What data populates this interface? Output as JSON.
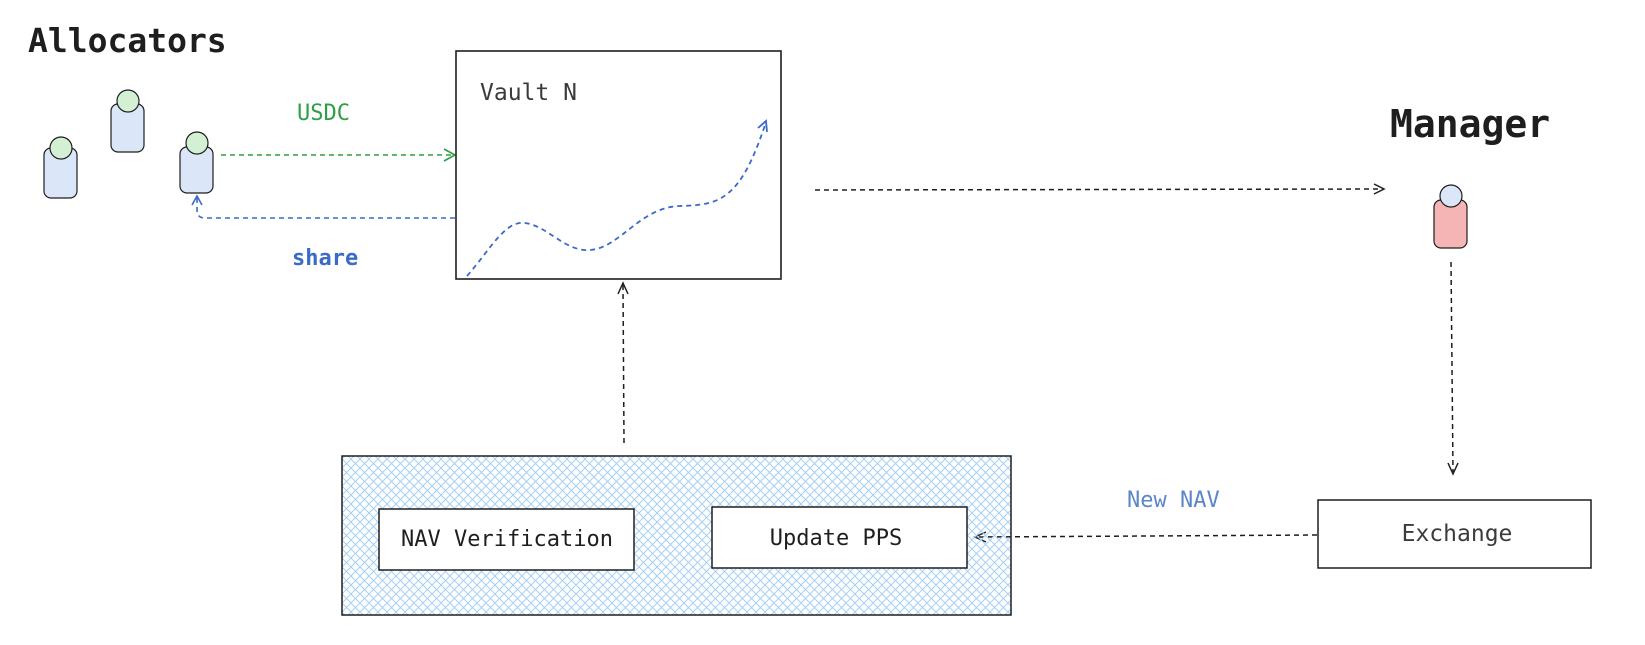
{
  "headings": {
    "allocators": "Allocators",
    "manager": "Manager"
  },
  "vault": {
    "title": "Vault N"
  },
  "edges": {
    "usdc": "USDC",
    "share": "share",
    "new_nav": "New NAV"
  },
  "process": {
    "nav_verification": "NAV Verification",
    "update_pps": "Update PPS"
  },
  "exchange": {
    "label": "Exchange"
  },
  "colors": {
    "ink": "#1e1e1e",
    "green": "#2f9e44",
    "blue": "#3a6bc7",
    "light_blue_text": "#5b87c9",
    "hatch": "#a5d0f5",
    "person_body_blue": "#dbe7f8",
    "person_head_green": "#d3f0d3",
    "person_body_red": "#f5b5b5",
    "person_head_blue": "#dbe7f8"
  }
}
